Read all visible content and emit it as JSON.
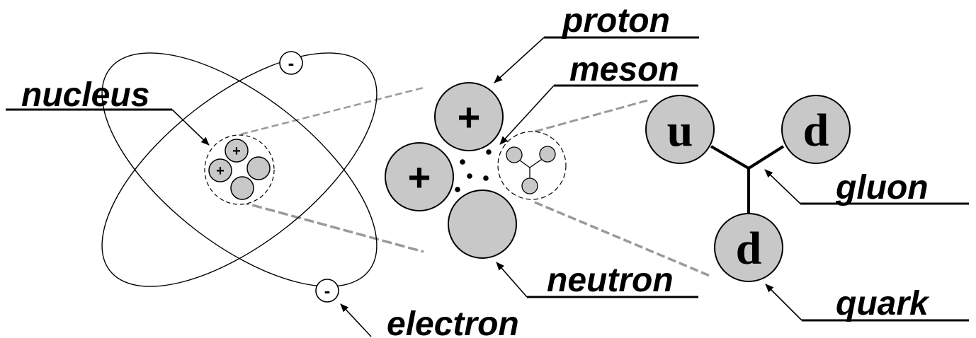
{
  "labels": {
    "nucleus": "nucleus",
    "electron": "electron",
    "proton": "proton",
    "meson": "meson",
    "neutron": "neutron",
    "gluon": "gluon",
    "quark": "quark"
  },
  "charges": {
    "electron": "-",
    "proton": "+"
  },
  "quarks": [
    "u",
    "d",
    "d"
  ],
  "colors": {
    "particle_fill": "#c8c8c8",
    "zoom_lines": "#9a9a9a",
    "ink": "#000000"
  }
}
